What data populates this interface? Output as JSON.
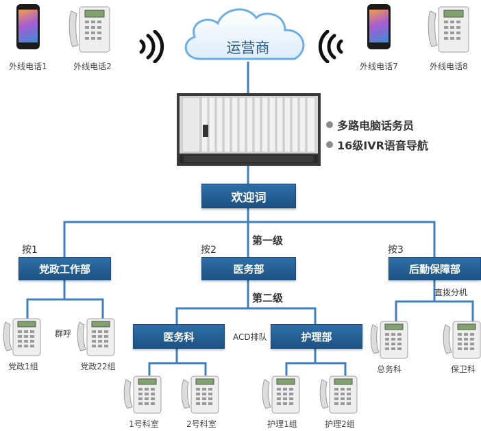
{
  "cloud": {
    "label": "运营商"
  },
  "outside_phones": [
    {
      "label": "外线电话1"
    },
    {
      "label": "外线电话2"
    },
    {
      "label": "外线电话7"
    },
    {
      "label": "外线电话8"
    }
  ],
  "server_features": [
    {
      "text": "多路电脑话务员"
    },
    {
      "text": "16级IVR语音导航"
    }
  ],
  "welcome_box": {
    "label": "欢迎词"
  },
  "level_labels": {
    "first": "第一级",
    "second": "第二级"
  },
  "branches": [
    {
      "key": "按1",
      "box": "党政工作部",
      "note": "群呼",
      "phones": [
        "党政1组",
        "党政22组"
      ]
    },
    {
      "key": "按2",
      "box": "医务部"
    },
    {
      "key": "按3",
      "box": "后勤保障部",
      "note": "直拨分机",
      "phones": [
        "总务科",
        "保卫科"
      ]
    }
  ],
  "sub_branches": {
    "note": "ACD排队",
    "items": [
      {
        "box": "医务科",
        "phones": [
          "1号科室",
          "2号科室"
        ]
      },
      {
        "box": "护理部",
        "phones": [
          "护理1组",
          "护理2组"
        ]
      }
    ]
  },
  "colors": {
    "box_blue": "#2563a0",
    "line_blue": "#3d7fbf"
  }
}
